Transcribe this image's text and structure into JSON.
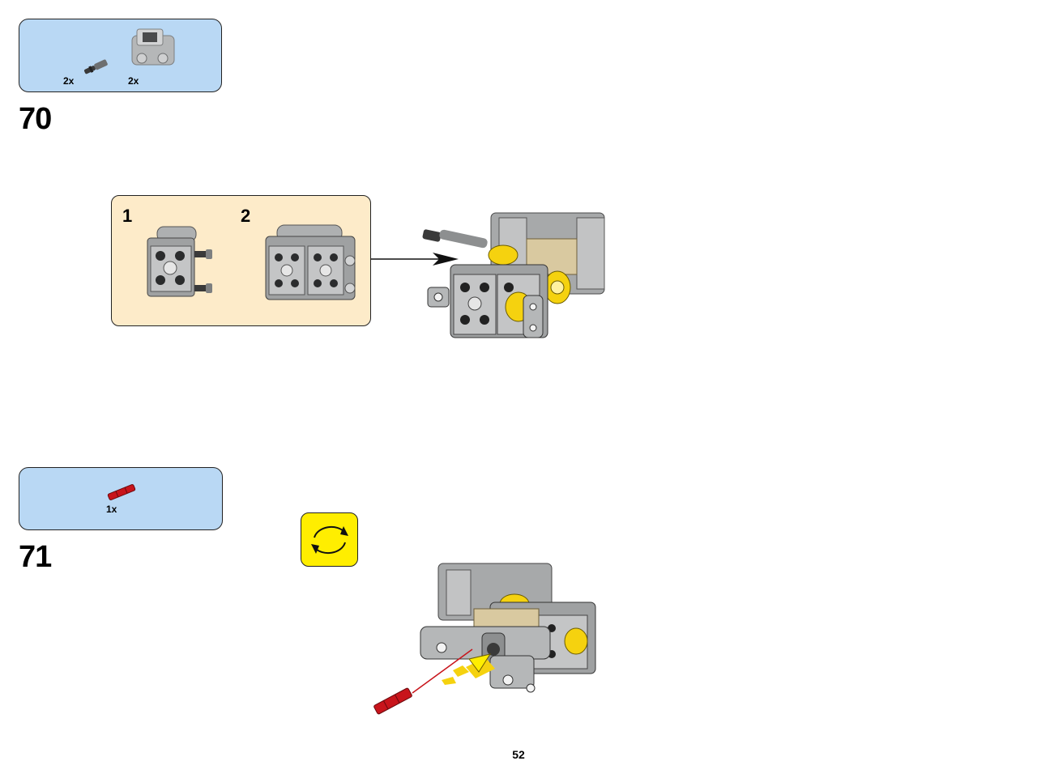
{
  "step70": {
    "number": "70",
    "parts": [
      {
        "qty": "2x",
        "icon": "axle-pin-part-icon"
      },
      {
        "qty": "2x",
        "icon": "grey-engine-block-part-icon"
      }
    ],
    "sub_steps": [
      "1",
      "2"
    ]
  },
  "step71": {
    "number": "71",
    "parts": [
      {
        "qty": "1x",
        "icon": "red-axle-pin-part-icon"
      }
    ],
    "rotate_icon": "rotate-model-icon"
  },
  "page_number": "52",
  "colors": {
    "parts_box_bg": "#b9d8f4",
    "sub_box_bg": "#fdebc9",
    "rotate_bg": "#ffee00",
    "brick_grey": "#9fa1a2",
    "brick_yellow": "#f5d20f",
    "brick_red": "#c8141b"
  }
}
